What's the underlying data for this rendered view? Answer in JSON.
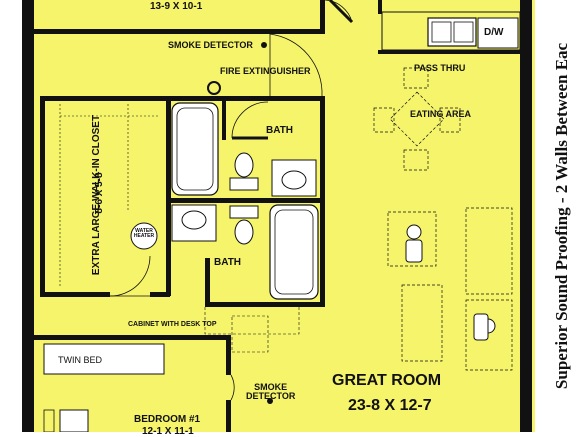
{
  "colors": {
    "floor": "#f5f46a",
    "wall": "#111111",
    "background": "#ffffff",
    "fixture": "#ffffff"
  },
  "rooms": {
    "bedroom2_dims": "13-9 X 10-1",
    "bath_upper": "BATH",
    "bath_lower": "BATH",
    "closet_name": "EXTRA LARGE WALK-IN CLOSET",
    "closet_dims": "8-6 X 5-8",
    "great_room_name": "GREAT ROOM",
    "great_room_dims": "23-8 X 12-7",
    "bedroom1_name": "BEDROOM #1",
    "bedroom1_dims": "12-1 X 11-1",
    "eating_area": "EATING AREA",
    "pass_thru": "PASS THRU"
  },
  "fixtures": {
    "smoke_detector_upper": "SMOKE DETECTOR",
    "fire_extinguisher": "FIRE EXTINGUISHER",
    "water_heater_line1": "WATER",
    "water_heater_line2": "HEATER",
    "dishwasher": "D/W",
    "cabinet": "CABINET WITH DESK TOP",
    "twin_bed": "TWIN BED",
    "smoke_detector_lower_line1": "SMOKE",
    "smoke_detector_lower_line2": "DETECTOR"
  },
  "banner": {
    "text": "Superior Sound Proofing - 2 Walls Between Eac"
  }
}
